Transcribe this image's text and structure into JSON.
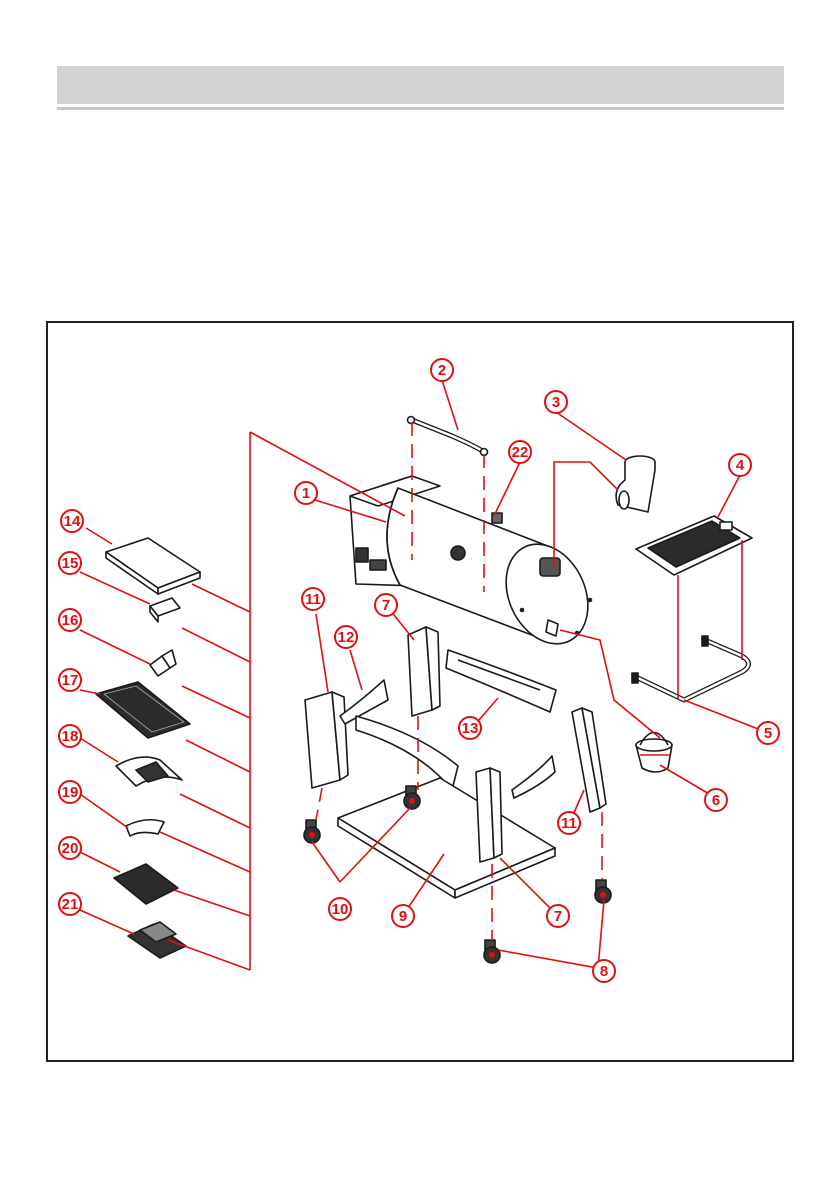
{
  "colors": {
    "callout": "#e01010",
    "outline": "#1a1a1a",
    "header": "#d3d3d3"
  },
  "callouts": [
    {
      "id": "c2",
      "label": "2"
    },
    {
      "id": "c3",
      "label": "3"
    },
    {
      "id": "c22",
      "label": "22"
    },
    {
      "id": "c4",
      "label": "4"
    },
    {
      "id": "c1",
      "label": "1"
    },
    {
      "id": "c14",
      "label": "14"
    },
    {
      "id": "c15",
      "label": "15"
    },
    {
      "id": "c11a",
      "label": "11"
    },
    {
      "id": "c7a",
      "label": "7"
    },
    {
      "id": "c12",
      "label": "12"
    },
    {
      "id": "c16",
      "label": "16"
    },
    {
      "id": "c17",
      "label": "17"
    },
    {
      "id": "c13",
      "label": "13"
    },
    {
      "id": "c5",
      "label": "5"
    },
    {
      "id": "c18",
      "label": "18"
    },
    {
      "id": "c6",
      "label": "6"
    },
    {
      "id": "c19",
      "label": "19"
    },
    {
      "id": "c11b",
      "label": "11"
    },
    {
      "id": "c20",
      "label": "20"
    },
    {
      "id": "c21",
      "label": "21"
    },
    {
      "id": "c10",
      "label": "10"
    },
    {
      "id": "c9",
      "label": "9"
    },
    {
      "id": "c7b",
      "label": "7"
    },
    {
      "id": "c8",
      "label": "8"
    }
  ]
}
